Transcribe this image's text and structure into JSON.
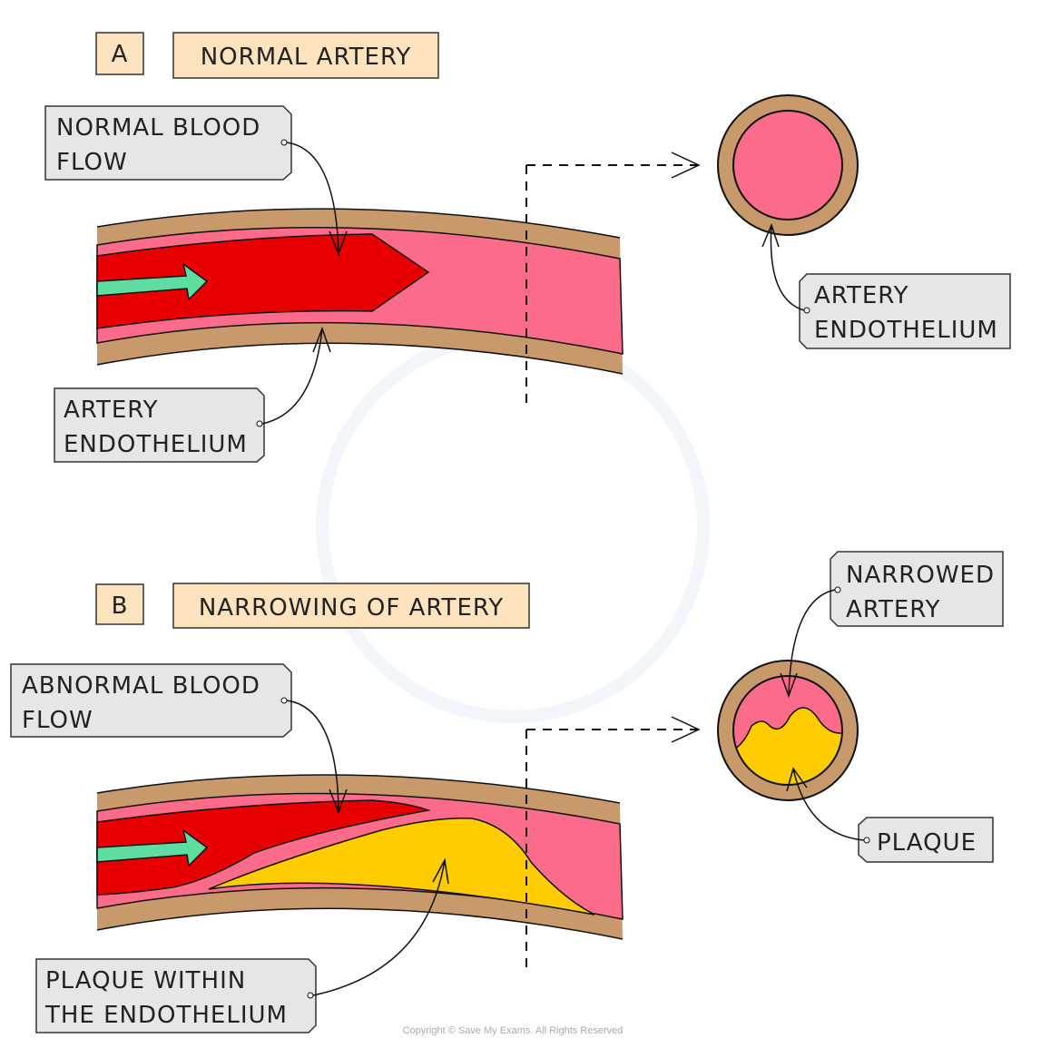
{
  "panel_a": {
    "letter": "A",
    "title": "NORMAL ARTERY",
    "flow_label": [
      "NORMAL BLOOD",
      "FLOW"
    ],
    "endothelium_label": [
      "ARTERY",
      "ENDOTHELIUM"
    ],
    "cross_section_label": [
      "ARTERY",
      "ENDOTHELIUM"
    ]
  },
  "panel_b": {
    "letter": "B",
    "title": "NARROWING OF ARTERY",
    "flow_label": [
      "ABNORMAL BLOOD",
      "FLOW"
    ],
    "plaque_label": [
      "PLAQUE WITHIN",
      "THE ENDOTHELIUM"
    ],
    "narrowed_label": [
      "NARROWED",
      "ARTERY"
    ],
    "cross_plaque_label": "PLAQUE"
  },
  "copyright": "Copyright © Save My Exams. All Rights Reserved",
  "colors": {
    "wall": "#c8996b",
    "endothelium": "#fd6b8a",
    "blood": "#e80000",
    "arrow": "#5fdda0",
    "plaque": "#ffcc00",
    "header": "#fde3bd",
    "callout": "#e6e6e6"
  }
}
